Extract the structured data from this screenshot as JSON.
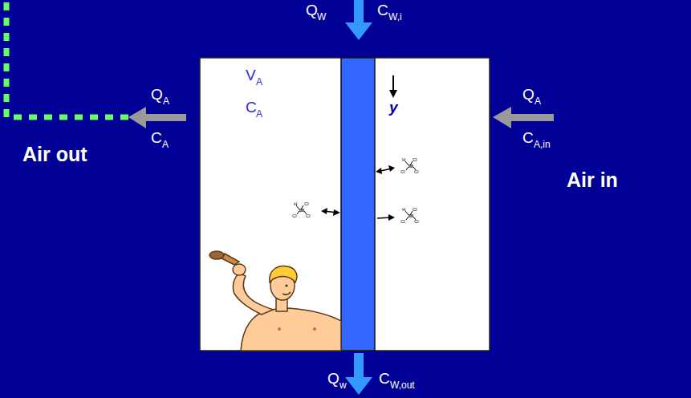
{
  "diagram": {
    "labels": [
      "Q",
      "W",
      "C",
      "W,i",
      "Q",
      "A",
      "C",
      "A",
      "Q",
      "A",
      "C",
      "A,in",
      "V",
      "A",
      "C",
      "A",
      "y",
      "Q",
      "w",
      "C",
      "W,out",
      "Air out",
      "Air in",
      "H",
      "Cl",
      "Cl",
      "Cl",
      "H",
      "Cl",
      "Cl",
      "Cl",
      "H",
      "Cl",
      "Cl",
      "Cl"
    ]
  }
}
